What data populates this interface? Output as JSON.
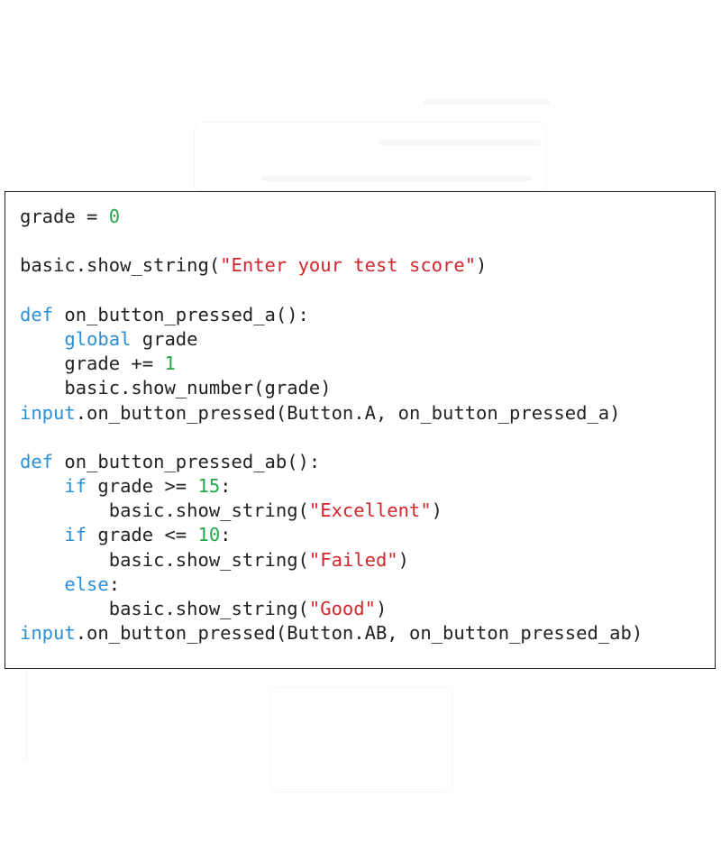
{
  "colors": {
    "keyword": "#2c8fd6",
    "string": "#d2262e",
    "number": "#27a84a",
    "text": "#222222",
    "border": "#222222"
  },
  "code": {
    "lines": [
      [
        {
          "t": "text",
          "v": "grade = "
        },
        {
          "t": "num",
          "v": "0"
        }
      ],
      [],
      [
        {
          "t": "text",
          "v": "basic.show_string("
        },
        {
          "t": "str",
          "v": "\"Enter your test score\""
        },
        {
          "t": "text",
          "v": ")"
        }
      ],
      [],
      [
        {
          "t": "kw",
          "v": "def"
        },
        {
          "t": "text",
          "v": " on_button_pressed_a():"
        }
      ],
      [
        {
          "t": "text",
          "v": "    "
        },
        {
          "t": "kw",
          "v": "global"
        },
        {
          "t": "text",
          "v": " grade"
        }
      ],
      [
        {
          "t": "text",
          "v": "    grade += "
        },
        {
          "t": "num",
          "v": "1"
        }
      ],
      [
        {
          "t": "text",
          "v": "    basic.show_number(grade)"
        }
      ],
      [
        {
          "t": "kw",
          "v": "input"
        },
        {
          "t": "text",
          "v": ".on_button_pressed(Button.A, on_button_pressed_a)"
        }
      ],
      [],
      [
        {
          "t": "kw",
          "v": "def"
        },
        {
          "t": "text",
          "v": " on_button_pressed_ab():"
        }
      ],
      [
        {
          "t": "text",
          "v": "    "
        },
        {
          "t": "kw",
          "v": "if"
        },
        {
          "t": "text",
          "v": " grade >= "
        },
        {
          "t": "num",
          "v": "15"
        },
        {
          "t": "text",
          "v": ":"
        }
      ],
      [
        {
          "t": "text",
          "v": "        basic.show_string("
        },
        {
          "t": "str",
          "v": "\"Excellent\""
        },
        {
          "t": "text",
          "v": ")"
        }
      ],
      [
        {
          "t": "text",
          "v": "    "
        },
        {
          "t": "kw",
          "v": "if"
        },
        {
          "t": "text",
          "v": " grade <= "
        },
        {
          "t": "num",
          "v": "10"
        },
        {
          "t": "text",
          "v": ":"
        }
      ],
      [
        {
          "t": "text",
          "v": "        basic.show_string("
        },
        {
          "t": "str",
          "v": "\"Failed\""
        },
        {
          "t": "text",
          "v": ")"
        }
      ],
      [
        {
          "t": "text",
          "v": "    "
        },
        {
          "t": "kw",
          "v": "else"
        },
        {
          "t": "text",
          "v": ":"
        }
      ],
      [
        {
          "t": "text",
          "v": "        basic.show_string("
        },
        {
          "t": "str",
          "v": "\"Good\""
        },
        {
          "t": "text",
          "v": ")"
        }
      ],
      [
        {
          "t": "kw",
          "v": "input"
        },
        {
          "t": "text",
          "v": ".on_button_pressed(Button.AB, on_button_pressed_ab)"
        }
      ]
    ]
  }
}
